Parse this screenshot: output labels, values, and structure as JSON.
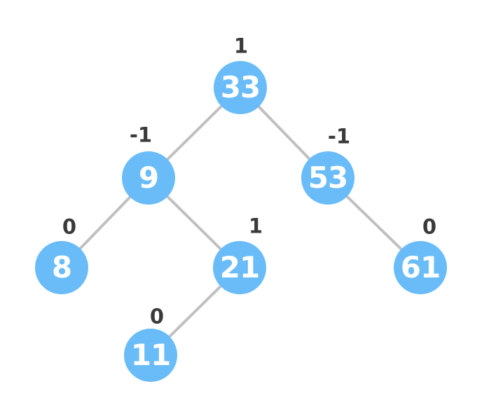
{
  "diagram": {
    "type": "binary-tree",
    "description": "AVL tree with balance factor labels above each node",
    "colors": {
      "node_fill": "#6abcf8",
      "node_text": "#ffffff",
      "edge": "#c0c0c0",
      "balance_label": "#3a3a3a",
      "background": "#ffffff"
    },
    "nodes": [
      {
        "value": "33",
        "balance": "1",
        "parent": null,
        "side": "root"
      },
      {
        "value": "9",
        "balance": "-1",
        "parent": "33",
        "side": "left"
      },
      {
        "value": "53",
        "balance": "-1",
        "parent": "33",
        "side": "right"
      },
      {
        "value": "8",
        "balance": "0",
        "parent": "9",
        "side": "left"
      },
      {
        "value": "21",
        "balance": "1",
        "parent": "9",
        "side": "right"
      },
      {
        "value": "61",
        "balance": "0",
        "parent": "53",
        "side": "right"
      },
      {
        "value": "11",
        "balance": "0",
        "parent": "21",
        "side": "left"
      }
    ],
    "edges": [
      {
        "from": "33",
        "to": "9"
      },
      {
        "from": "33",
        "to": "53"
      },
      {
        "from": "9",
        "to": "8"
      },
      {
        "from": "9",
        "to": "21"
      },
      {
        "from": "53",
        "to": "61"
      },
      {
        "from": "21",
        "to": "11"
      }
    ]
  }
}
